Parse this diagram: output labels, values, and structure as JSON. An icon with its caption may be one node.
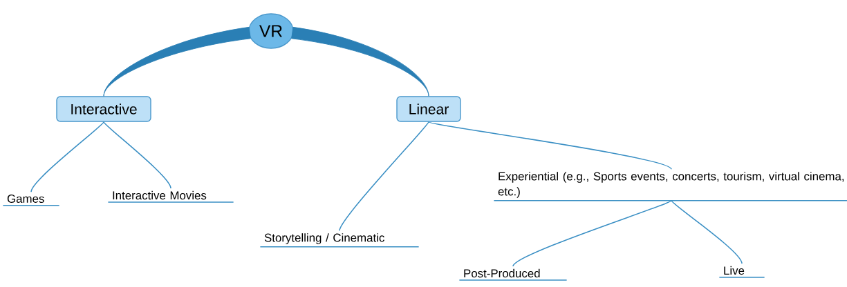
{
  "diagram": {
    "nodes": [
      {
        "text": [
          "VR"
        ]
      },
      {
        "text": [
          "Interactive"
        ]
      },
      {
        "text": [
          "Linear"
        ]
      },
      {
        "text": [
          "Games"
        ]
      },
      {
        "text": [
          "Interactive Movies"
        ]
      },
      {
        "text": [
          "Storytelling / Cinematic"
        ]
      },
      {
        "text": [
          "Experiential (e.g., Sports events, concerts, tourism, virtual cinema, etc.)"
        ]
      },
      {
        "text": [
          "Post-Produced"
        ]
      },
      {
        "text": [
          "Live"
        ]
      }
    ],
    "edges": [
      {
        "from": 0,
        "to": 1,
        "arrow": "none",
        "style": "thick"
      },
      {
        "from": 0,
        "to": 2,
        "arrow": "none",
        "style": "thick"
      },
      {
        "from": 1,
        "to": 3,
        "arrow": "none"
      },
      {
        "from": 1,
        "to": 4,
        "arrow": "none"
      },
      {
        "from": 2,
        "to": 5,
        "arrow": "none"
      },
      {
        "from": 2,
        "to": 6,
        "arrow": "none"
      },
      {
        "from": 6,
        "to": 7,
        "arrow": "none"
      },
      {
        "from": 6,
        "to": 8,
        "arrow": "none"
      }
    ]
  }
}
